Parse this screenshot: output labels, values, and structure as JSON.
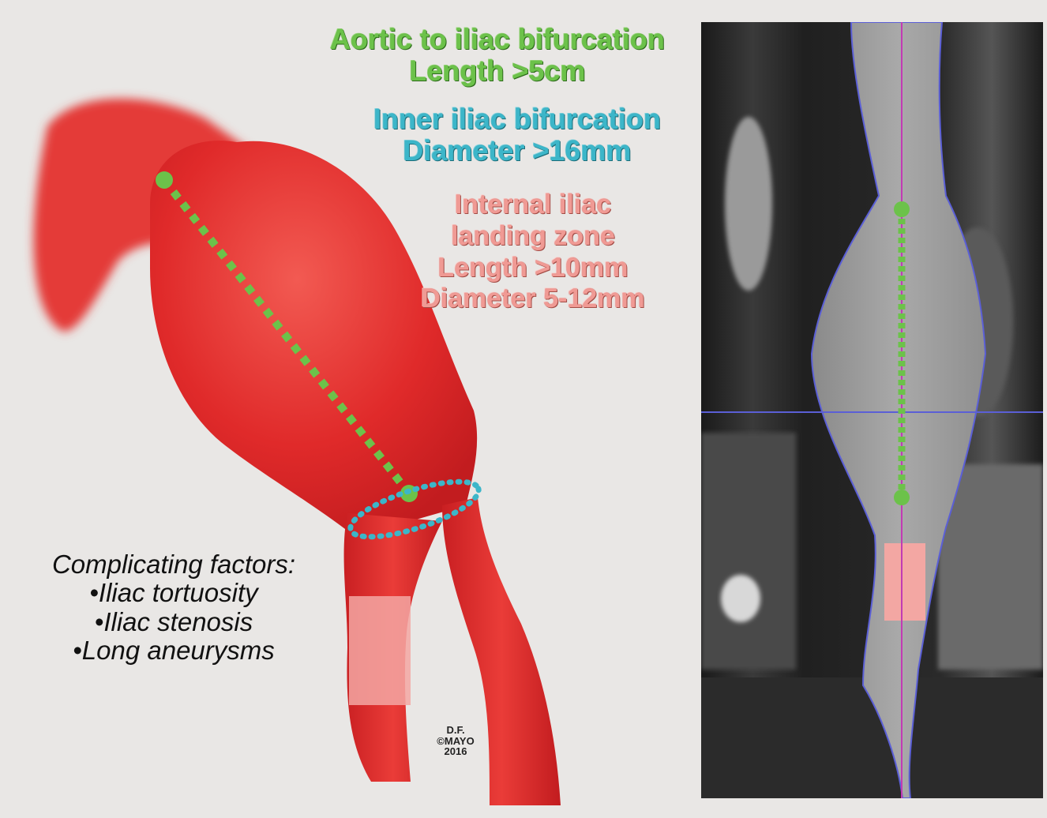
{
  "requirements": {
    "aortic_to_iliac": {
      "line1": "Aortic to iliac bifurcation",
      "line2": "Length >5cm",
      "color": "#6cc24a"
    },
    "inner_iliac": {
      "line1": "Inner iliac bifurcation",
      "line2": "Diameter >16mm",
      "color": "#3cb6c9"
    },
    "internal_iliac_landing": {
      "line1": "Internal iliac",
      "line2": "landing zone",
      "line3": "Length >10mm",
      "line4": "Diameter 5-12mm",
      "color": "#f09a94"
    }
  },
  "complicating_factors": {
    "title": "Complicating factors:",
    "items": [
      "•Iliac tortuosity",
      "•Iliac stenosis",
      "•Long aneurysms"
    ]
  },
  "credit": {
    "line1": "D.F.",
    "line2": "©MAYO",
    "line3": "2016"
  },
  "colors": {
    "vessel": "#e02a2a",
    "landing_zone": "#f3a7a3",
    "ct_outline": "#5b5fd6",
    "ct_axis": "#c23bb4"
  }
}
